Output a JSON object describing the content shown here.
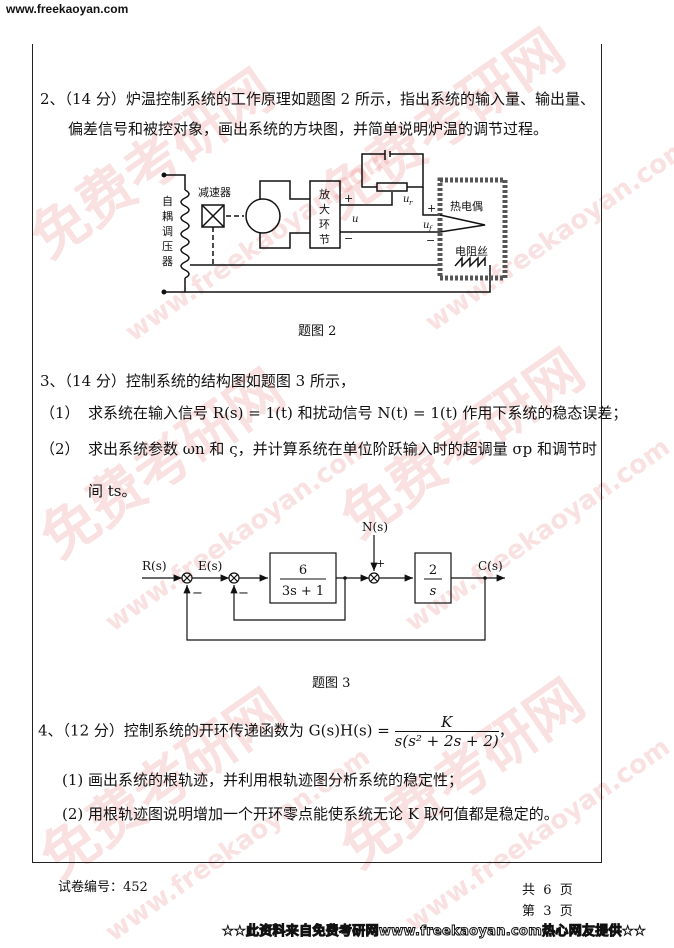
{
  "site_url": "www.freekaoyan.com",
  "watermark": {
    "cn": "免费考研网",
    "en": "www.freekaoyan.com"
  },
  "q2": {
    "line1": "2、（14 分）炉温控制系统的工作原理如题图 2 所示，指出系统的输入量、输出量、",
    "line2": "偏差信号和被控对象，画出系统的方块图，并简单说明炉温的调节过程。",
    "figure": {
      "autotransformer": [
        "自",
        "耦",
        "调",
        "压",
        "器"
      ],
      "reducer": "减速器",
      "amplifier": [
        "放",
        "大",
        "环",
        "节"
      ],
      "thermocouple": "热电偶",
      "heater": "电阻丝",
      "u": "u",
      "ur": "u",
      "ur_sub": "r",
      "uf": "u",
      "uf_sub": "f",
      "plus": "+",
      "minus": "−"
    },
    "caption": "题图 2"
  },
  "q3": {
    "heading": "3、（14 分）控制系统的结构图如题图 3 所示，",
    "item1_num": "（1）",
    "item1": "求系统在输入信号 R(s) = 1(t) 和扰动信号 N(t) = 1(t) 作用下系统的稳态误差；",
    "item2_num": "（2）",
    "item2": "求出系统参数 ωn 和 ς，并计算系统在单位阶跃输入时的超调量 σp 和调节时",
    "item2_cont": "间 ts。",
    "figure": {
      "R": "R(s)",
      "E": "E(s)",
      "N": "N(s)",
      "C": "C(s)",
      "g1_num": "6",
      "g1_den": "3s + 1",
      "g2_num": "2",
      "g2_den": "s",
      "plus": "+",
      "minus": "−"
    },
    "caption": "题图 3"
  },
  "q4": {
    "heading": "4、（12 分）控制系统的开环传递函数为 G(s)H(s) =",
    "tf_num": "K",
    "tf_den": "s(s² + 2s + 2)",
    "tail": "，",
    "item1": "(1) 画出系统的根轨迹，并利用根轨迹图分析系统的稳定性；",
    "item2": "(2) 用根轨迹图说明增加一个开环零点能使系统无论 K 取何值都是稳定的。"
  },
  "footer": {
    "exam_code": "试卷编号：452",
    "total_pages": "共  6  页",
    "current_page": "第  3  页",
    "banner": "★★此资料来自免费考研网www.freekaoyan.com热心网友提供★★"
  }
}
